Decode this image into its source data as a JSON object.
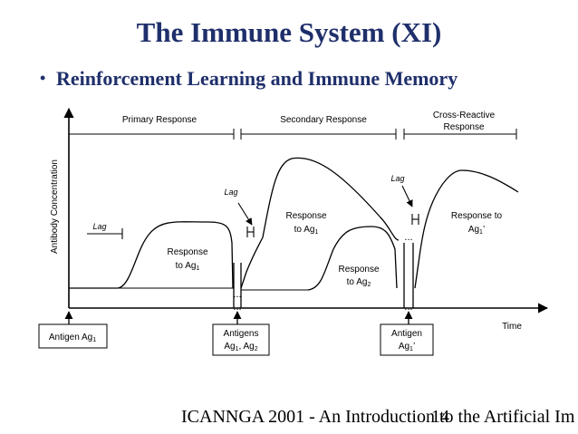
{
  "slide": {
    "title": "The Immune System (XI)",
    "bullet": "Reinforcement Learning and Immune Memory",
    "footer": "ICANNGA 2001 - An Introduction to the Artificial Im",
    "page_number": "14"
  },
  "diagram": {
    "y_axis_label": "Antibody Concentration",
    "x_axis_label": "Time",
    "phases": {
      "primary": "Primary Response",
      "secondary": "Secondary Response",
      "cross_line1": "Cross-Reactive",
      "cross_line2": "Response"
    },
    "lag_label": "Lag",
    "responses": {
      "ag1_primary": [
        "Response",
        "to Ag"
      ],
      "ag1_secondary": [
        "Response",
        "to Ag"
      ],
      "ag2": [
        "Response",
        "to Ag"
      ],
      "ag1_prime": [
        "Response to",
        "Ag"
      ]
    },
    "subscripts": {
      "one": "1",
      "two": "2"
    },
    "prime_mark": "’",
    "antigen_boxes": {
      "box1_prefix": "Antigen Ag",
      "box2_line1": "Antigens",
      "box2_ag": "Ag",
      "box2_sep": ", ",
      "box3_line1": "Antigen",
      "box3_ag": "Ag"
    },
    "ellipsis": "..."
  }
}
